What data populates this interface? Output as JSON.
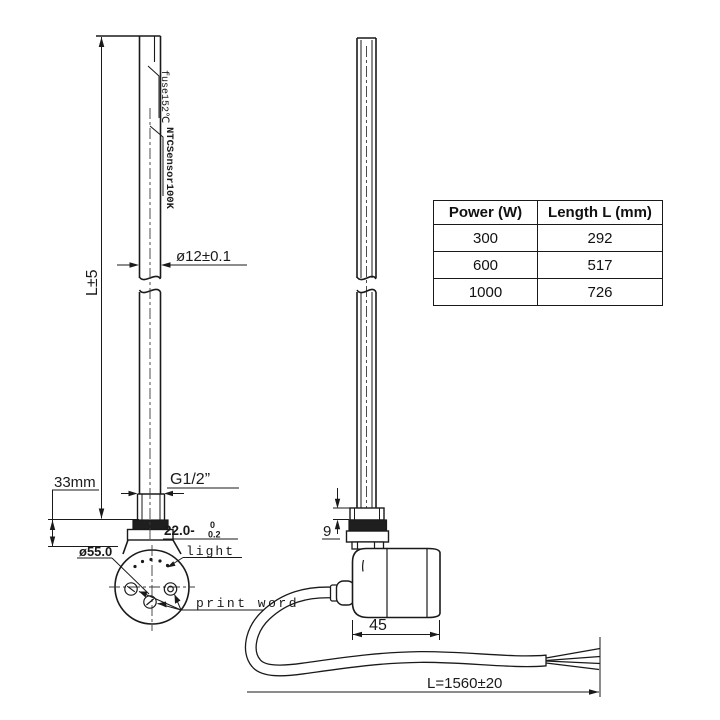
{
  "colors": {
    "line": "#1a1a1a",
    "background": "#ffffff"
  },
  "labels": {
    "fuse": "fuse152℃",
    "ntc_sensor": "NTCSensor100K",
    "length_tolerance": "L±5",
    "rod_diameter": "ø12±0.1",
    "offset_33mm": "33mm",
    "thread_size": "G1/2”",
    "hex_width_base": "22.0-",
    "hex_width_upper": "0",
    "hex_width_lower": "0.2",
    "head_diameter": "ø55.0",
    "light_label": "light",
    "print_word_label": "print word",
    "thread_exposed": "9",
    "head_width": "45",
    "cable_length": "L=1560±20"
  },
  "table": {
    "headers": [
      "Power (W)",
      "Length L (mm)"
    ],
    "rows": [
      [
        "300",
        "292"
      ],
      [
        "600",
        "517"
      ],
      [
        "1000",
        "726"
      ]
    ]
  }
}
